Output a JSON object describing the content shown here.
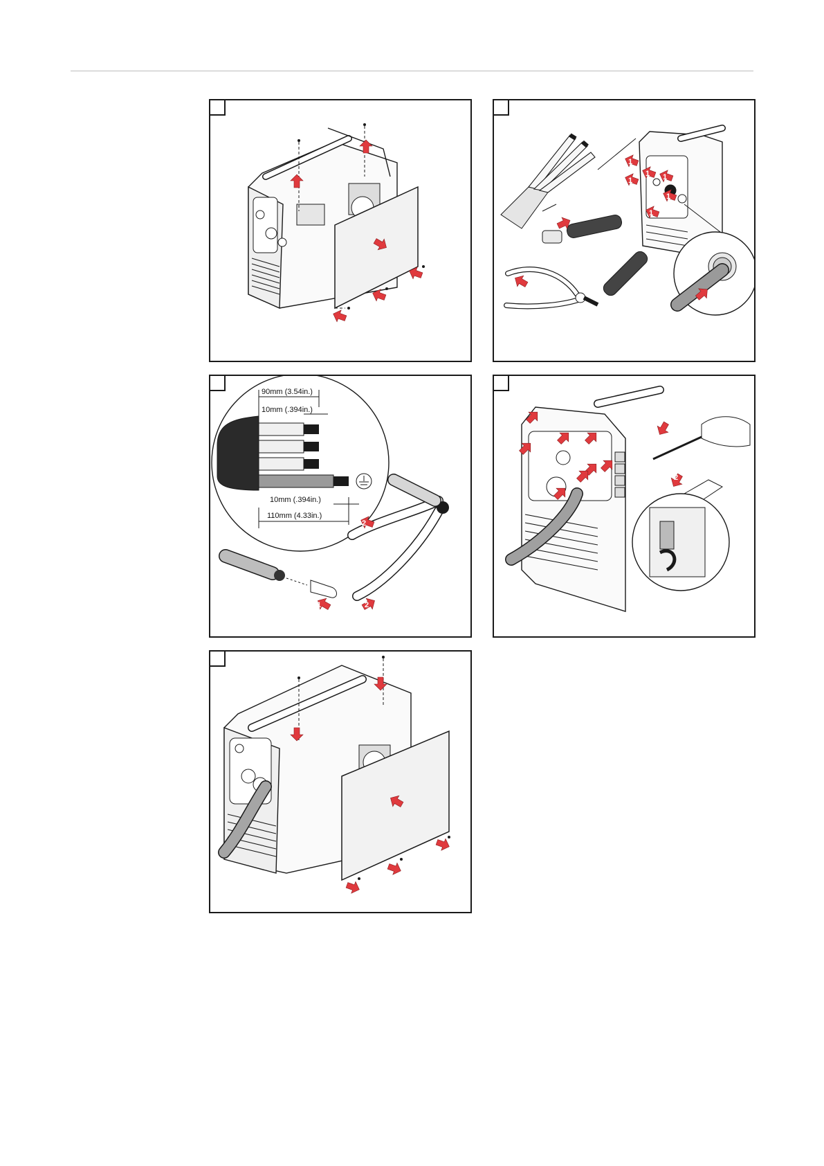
{
  "steps": [
    {
      "id": "step-1"
    },
    {
      "id": "step-2"
    },
    {
      "id": "step-3",
      "dimensions": {
        "overall_strip": "90mm (3.54in.)",
        "conductor_strip": "10mm (.394in.)",
        "ground_conductor_strip": "10mm (.394in.)",
        "ground_overall": "110mm (4.33in.)"
      },
      "callouts": [
        "1",
        "2",
        "2"
      ]
    },
    {
      "id": "step-4",
      "callouts": [
        "2"
      ]
    },
    {
      "id": "step-5"
    }
  ],
  "step2_callouts": [
    "1",
    "1",
    "1",
    "1",
    "1",
    "1"
  ],
  "colors": {
    "arrow": "#e03a3e",
    "line": "#1a1a1a",
    "panel": "#f2f2f2"
  }
}
